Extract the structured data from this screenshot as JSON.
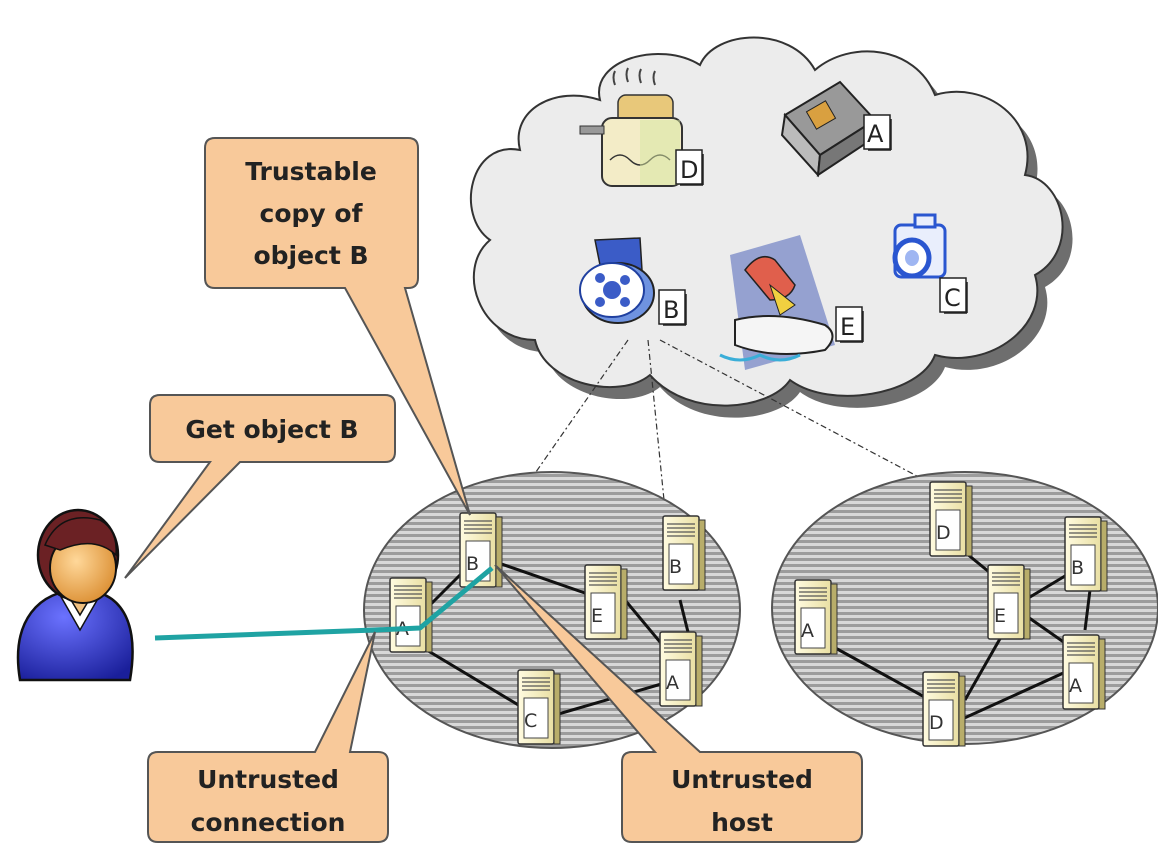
{
  "callouts": {
    "trustable_line1": "Trustable",
    "trustable_line2": "copy of",
    "trustable_line3": "object B",
    "get_object": "Get object B",
    "untrusted_conn_line1": "Untrusted",
    "untrusted_conn_line2": "connection",
    "untrusted_host_line1": "Untrusted",
    "untrusted_host_line2": "host"
  },
  "cloud_objects": {
    "toaster": {
      "label": "D",
      "icon": "toaster-icon"
    },
    "book": {
      "label": "A",
      "icon": "book-icon"
    },
    "film": {
      "label": "B",
      "icon": "film-reel-icon"
    },
    "boat": {
      "label": "E",
      "icon": "jet-ski-icon"
    },
    "camera": {
      "label": "C",
      "icon": "camera-icon"
    }
  },
  "network1": {
    "servers": [
      {
        "id": "n1-b-top",
        "label": "B"
      },
      {
        "id": "n1-a-left",
        "label": "A"
      },
      {
        "id": "n1-e",
        "label": "E"
      },
      {
        "id": "n1-b-right",
        "label": "B"
      },
      {
        "id": "n1-a-right",
        "label": "A"
      },
      {
        "id": "n1-c",
        "label": "C"
      }
    ]
  },
  "network2": {
    "servers": [
      {
        "id": "n2-d-top",
        "label": "D"
      },
      {
        "id": "n2-b",
        "label": "B"
      },
      {
        "id": "n2-e",
        "label": "E"
      },
      {
        "id": "n2-a-left",
        "label": "A"
      },
      {
        "id": "n2-a-right",
        "label": "A"
      },
      {
        "id": "n2-d-bottom",
        "label": "D"
      }
    ]
  },
  "colors": {
    "callout_fill": "#f8c99a",
    "callout_stroke": "#555555",
    "cloud_fill": "#ececec",
    "network_fill": "#b3b3b3",
    "server_fill": "#fbf6cf",
    "connection_line": "#1fa3a3",
    "user_shirt": "#2a31c8",
    "user_skin": "#e3a24e",
    "user_hair": "#6b2124"
  }
}
